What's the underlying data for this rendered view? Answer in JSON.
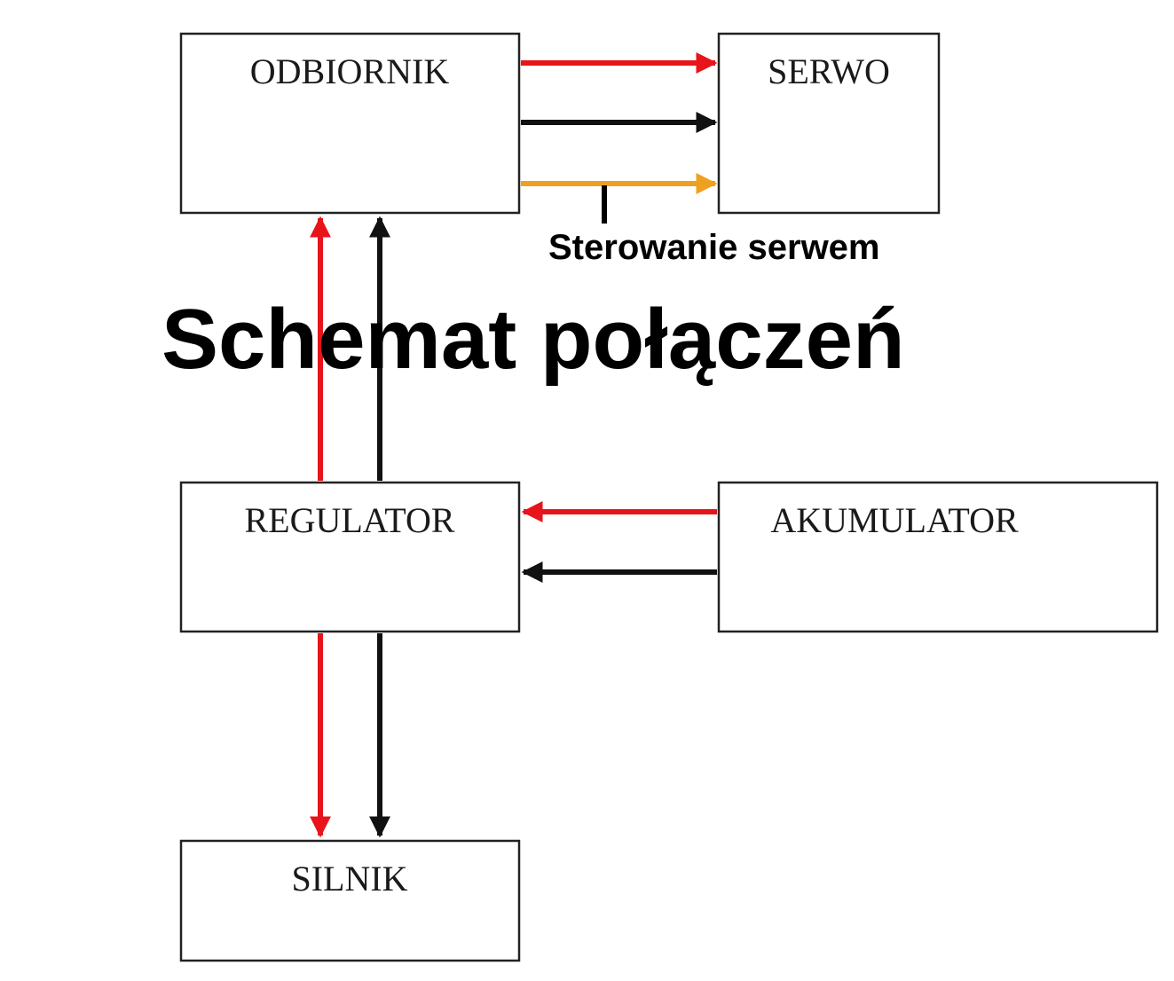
{
  "diagram": {
    "title": "Schemat połączeń",
    "annotation": "Sterowanie serwem",
    "boxes": {
      "odbiornik": "ODBIORNIK",
      "serwo": "SERWO",
      "regulator": "REGULATOR",
      "akumulator": "AKUMULATOR",
      "silnik": "SILNIK"
    },
    "wire_colors": {
      "plus": "#e8141b",
      "minus": "#111111",
      "signal": "#f0a020"
    }
  }
}
